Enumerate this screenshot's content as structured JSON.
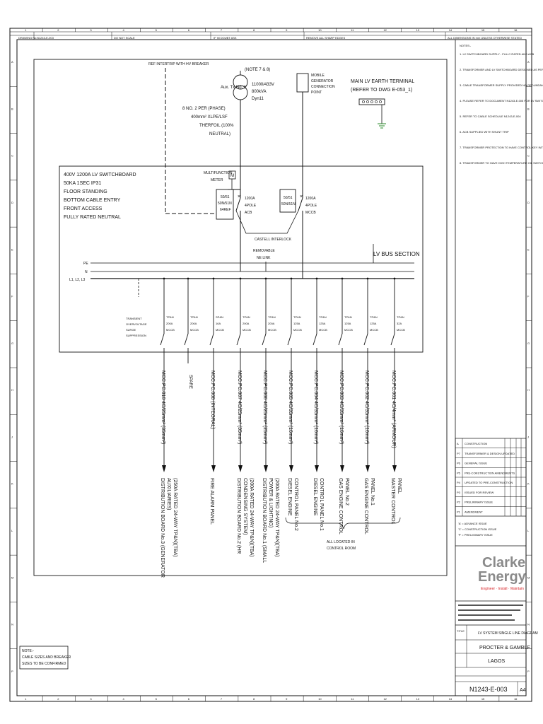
{
  "title_strip": {
    "drawing_no_label": "DRAWING No.",
    "drawing_no": "N1243-E-003",
    "do_not_scale": "DO NOT SCALE",
    "if_in_doubt": "IF IN DOUBT ASK",
    "remove_sharp_edges": "REMOVE ALL SHARP EDGES",
    "dimensions_note": "ALL DIMENSIONS IN mm UNLESS OTHERWISE STATED"
  },
  "grid": {
    "cols": [
      "1",
      "2",
      "3",
      "4",
      "5",
      "6",
      "7",
      "8",
      "9",
      "10",
      "11",
      "12",
      "13",
      "14",
      "15",
      "16"
    ],
    "rows": [
      "A",
      "B",
      "C",
      "D",
      "E",
      "F",
      "G",
      "H",
      "J",
      "K",
      "L",
      "M",
      "N",
      "P"
    ]
  },
  "supply": {
    "ref_intertrip": "REF INTERTRIP WITH HV BREAKER",
    "note_ref": "(NOTE 7 & 8)",
    "tx_label": "Aux. Tx No. 1",
    "tx_rating_1": "11000/433V",
    "tx_rating_2": "800kVA",
    "tx_rating_3": "Dyn11",
    "cable_1": "8 NO. 2 PER (PHASE)",
    "cable_2": "400mm² XLPE/LSF",
    "cable_3": "THERFOIL (100%",
    "cable_4": "NEUTRAL)",
    "mobile_gen_1": "MOBILE",
    "mobile_gen_2": "GENERATOR",
    "mobile_gen_3": "CONNECTION",
    "mobile_gen_4": "POINT",
    "earth_1": "MAIN LV EARTH TERMINAL",
    "earth_2": "(REFER TO DWG E-053_1)"
  },
  "switchboard": {
    "desc": [
      "400V 1200A LV SWITCHBOARD",
      "50KA 1SEC IP31",
      "FLOOR STANDING",
      "BOTTOM CABLE ENTRY",
      "FRONT ACCESS",
      "FULLY RATED NEUTRAL"
    ],
    "mf_meter_1": "MULTIFUNCTION",
    "mf_meter_2": "METER",
    "meter_symbol": "M",
    "relay_1_1": "50/51",
    "relay_1_2": "50N/51N",
    "relay_1_3": "64REF",
    "relay_2_1": "50/51",
    "relay_2_2": "50N/51N",
    "acb_1_1": "1200A",
    "acb_1_2": "4POLE",
    "acb_1_3": "ACB",
    "acb_2_1": "1200A",
    "acb_2_2": "4POLE",
    "acb_2_3": "MCCB",
    "interlock": "CASTELL INTERLOCK",
    "ne_link_1": "REMOVABLE",
    "ne_link_2": "NE LINK",
    "busbar_section": "LV BUS SECTION",
    "bus_pe": "PE",
    "bus_n": "N",
    "bus_l": "L1, L2, L3"
  },
  "outgoing": [
    {
      "prot": [
        "TRANSIENT",
        "OVERVOLTAGE",
        "SURGE",
        "SUPPRESSION"
      ],
      "cable": "",
      "load": []
    },
    {
      "prot": [
        "TP&N",
        "200A",
        "MCCB"
      ],
      "cable": "MCC.PC.010 4C/25mm² (35mm²)",
      "load": [
        "DISTRIBUTION BOARD No.3 (GENERATOR",
        "AUXILIARIES)",
        "(250A RATED 24-WAY TP&N)(TBA)"
      ]
    },
    {
      "prot": [
        "TP&N",
        "200A",
        "MCCB"
      ],
      "cable": "SPARE",
      "load": []
    },
    {
      "prot": [
        "SP&N",
        "16A",
        "MCCB"
      ],
      "cable": "MCC.PC.008 (INTEGRAL)",
      "load": [
        "FIRE ALARM PANEL"
      ]
    },
    {
      "prot": [
        "TP&N",
        "200A",
        "MCCB"
      ],
      "cable": "MCC.PC.007 4C/25mm² (35mm²)",
      "load": [
        "DISTRIBUTION BOARD No.2 (HR",
        "CONDENSING SYSTEM)",
        "(200A RATED 24-WAY TP&N)(TBA)"
      ]
    },
    {
      "prot": [
        "TP&N",
        "200A",
        "MCCB"
      ],
      "cable": "MCC.PC.006 4C/25mm² (25mm²)",
      "load": [
        "DISTRIBUTION BOARD No.1 (SMALL",
        "POWER & LIGHTING)",
        "(200A RATED 24-WAY TP&N)(TBA)"
      ]
    },
    {
      "prot": [
        "TP&N",
        "125A",
        "MCCB"
      ],
      "cable": "MCC.PC.005 4C/35mm² (16mm²)",
      "load": [
        "DIESEL ENGINE",
        "CONTROL PANEL No.2"
      ]
    },
    {
      "prot": [
        "TP&N",
        "125A",
        "MCCB"
      ],
      "cable": "MCC.PC.004 4C/35mm² (16mm²)",
      "load": [
        "DIESEL ENGINE",
        "CONTROL PANEL No.1"
      ]
    },
    {
      "prot": [
        "TP&N",
        "125A",
        "MCCB"
      ],
      "cable": "MCC.PC.003 4C/35mm² (16mm²)",
      "load": [
        "GAS ENGINE CONTROL",
        "PANEL No.2"
      ]
    },
    {
      "prot": [
        "TP&N",
        "125A",
        "MCCB"
      ],
      "cable": "MCC.PC.002 4C/35mm² (16mm²)",
      "load": [
        "GAS ENGINE CONTROL",
        "PANEL No.1"
      ]
    },
    {
      "prot": [
        "TP&N",
        "32A",
        "MCCB"
      ],
      "cable": "MCC.PC.001 4C/4mm² (ARMOUR)",
      "load": [
        "MASTER CONTROL",
        "PANEL"
      ]
    }
  ],
  "control_room_note": [
    "ALL LOCATED IN",
    "CONTROL ROOM"
  ],
  "cable_note": [
    "NOTE:-",
    "CABLE SIZES AND BREAKER",
    "SIZES TO BE CONFIRMED"
  ],
  "notes": [
    "NOTES:-",
    "1. LV SWITCHBOARD SUPPLY - FULLY RATED AND ACB",
    "2. TRANSFORMER AND LV SWITCHBOARD DESIGNED AS PER CLIENT SPEC",
    "3. CABLE TRANSFORMER SUPPLY PROVIDED NO REDUNDANCY",
    "4. PLEASE REFER TO DOCUMENT N1243-E-005 FOR LV SWITCHBOARD ARRANGEMENT",
    "5. REFER TO CABLE SCHEDULE N1243-E-004",
    "6. ACB SUPPLIED WITH SHUNT TRIP",
    "7. TRANSFORMER PROTECTION TO HAVE CONTROL KEY INTERLOCK",
    "8. TRANSFORMER TO HAVE HIGH TEMPERATURE OIL SWITCH AND PT100"
  ],
  "revisions": [
    {
      "rev": "A",
      "desc": "CONSTRUCTION"
    },
    {
      "rev": "P7",
      "desc": "TRANSFORMER & DESIGN UPDATED"
    },
    {
      "rev": "P6",
      "desc": "GENERAL ISSUE"
    },
    {
      "rev": "P5",
      "desc": "PRE-CONSTRUCTION AMENDMENTS"
    },
    {
      "rev": "P4",
      "desc": "UPDATED TO PRE-CONSTRUCTION"
    },
    {
      "rev": "P3",
      "desc": "ISSUED FOR REVIEW"
    },
    {
      "rev": "P2",
      "desc": "PRELIMINARY ISSUE"
    },
    {
      "rev": "P1",
      "desc": "AMENDMENT"
    }
  ],
  "status_legend": [
    "'A' = ADVANCE ISSUE",
    "'C' = CONSTRUCTION ISSUE",
    "'P' = PRELIMINARY ISSUE"
  ],
  "brand": {
    "name_1": "Clarke",
    "name_2": "Energy",
    "tagline": "Engineer · Install · Maintain",
    "red": "#d8262a",
    "grey": "#8a8a8a"
  },
  "title_block": {
    "title_label": "TITLE",
    "title": "LV SYSTEM SINGLE LINE DIAGRAM",
    "client": "PROCTER & GAMBLE",
    "site": "LAGOS",
    "drawing_no": "N1243-E-003",
    "sheet_size": "A4"
  }
}
